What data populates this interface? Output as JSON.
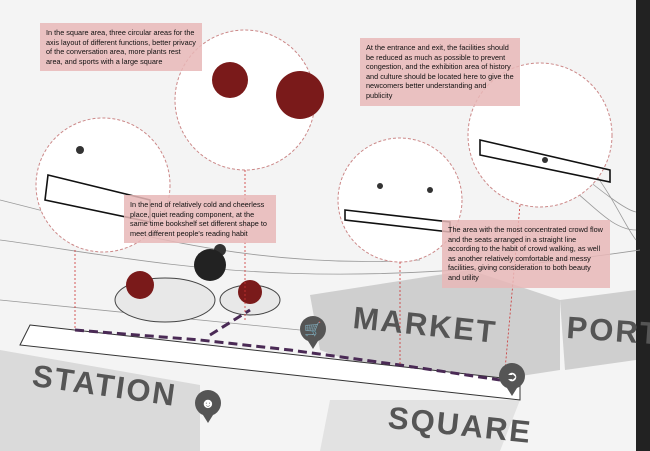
{
  "notes": {
    "square": "In the square area, three circular areas for the axis layout of different functions, better privacy of the conversation area, more plants rest area, and sports with a large square",
    "entrance": "At the entrance and exit, the facilities should be reduced as much as possible to prevent congestion, and the exhibition area of history and culture should be located here to give the newcomers better understanding and publicity",
    "reading": "In the end of relatively cold and cheerless place, quiet reading component, at the same time bookshelf set different shape to meet different people's reading habit",
    "crowd": "The area with the most concentrated crowd flow and the seats arranged in a straight line according to the habit of crowd walking, as well as another relatively comfortable and messy facilities, giving consideration to both beauty and utility"
  },
  "labels": {
    "station": "STATION",
    "market": "MARKET",
    "square": "SQUARE",
    "port": "PORT"
  },
  "icons": [
    "shopping-cart-icon",
    "exit-icon",
    "reading-person-icon"
  ],
  "colors": {
    "note_bg": "#e7b7b7",
    "path": "#4a2a55",
    "tree": "#7a1a1a",
    "pin": "#555555"
  }
}
